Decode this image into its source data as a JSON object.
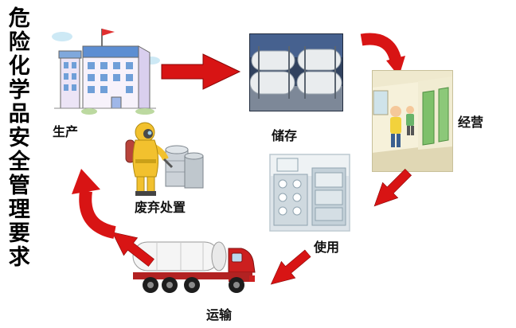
{
  "title": "危险化学品安全管理要求",
  "nodes": {
    "production": {
      "label": "生产",
      "illustration": "factory-building"
    },
    "storage": {
      "label": "储存",
      "illustration": "storage-tanks-photo"
    },
    "operation": {
      "label": "经营",
      "illustration": "store-corridor-with-people"
    },
    "use": {
      "label": "使用",
      "illustration": "laboratory-equipment"
    },
    "transport": {
      "label": "运输",
      "illustration": "red-tanker-truck"
    },
    "disposal": {
      "label": "废弃处置",
      "illustration": "hazmat-worker-with-barrels"
    }
  },
  "edges": [
    {
      "from": "生产",
      "to": "储存"
    },
    {
      "from": "储存",
      "to": "经营"
    },
    {
      "from": "经营",
      "to": "使用"
    },
    {
      "from": "使用",
      "to": "运输"
    },
    {
      "from": "运输",
      "to": "废弃处置"
    },
    {
      "from": "废弃处置",
      "to": "生产"
    }
  ],
  "colors": {
    "arrow": "#d81414",
    "arrow_outline": "#8a0606",
    "text": "#000000",
    "background": "#ffffff"
  }
}
